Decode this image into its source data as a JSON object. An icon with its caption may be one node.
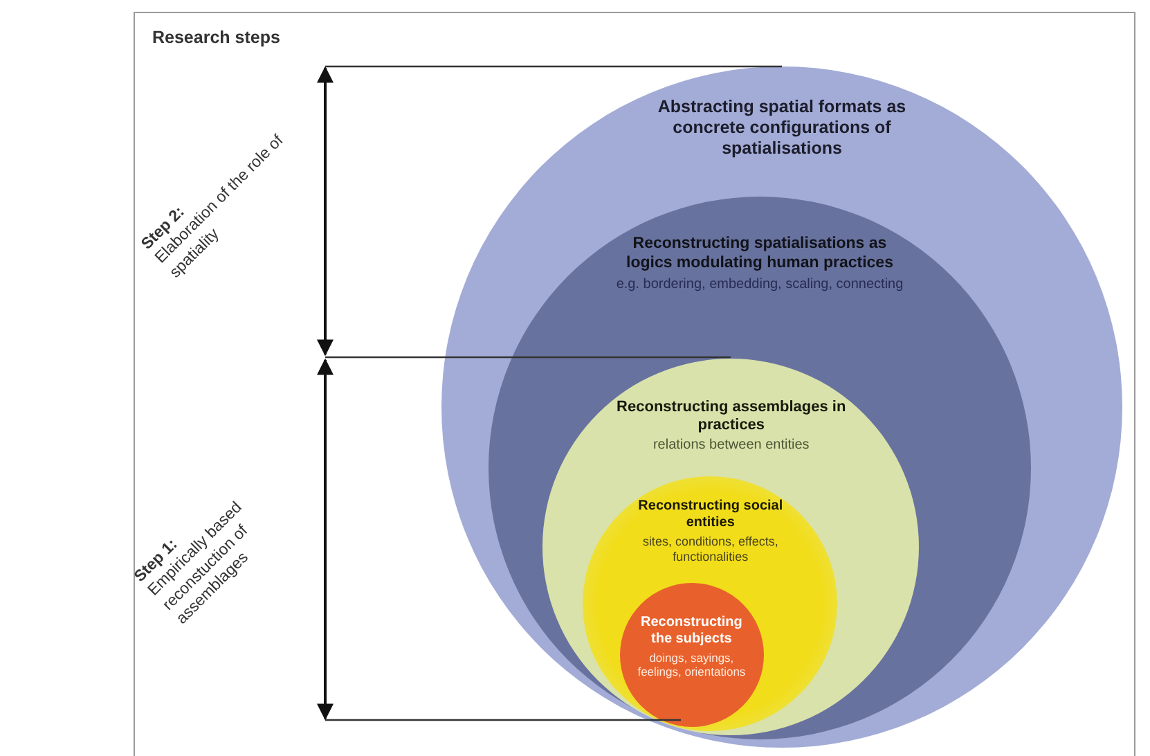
{
  "diagram": {
    "nodes": [
      {
        "text": [
          "Abstracting spatial formats as concrete configurations of spatialisations"
        ]
      },
      {
        "text": [
          "Reconstructing spatialisations as logics modulating human practices",
          "e.g. bordering, embedding, scaling, connecting"
        ],
        "in": 0
      },
      {
        "text": [
          "Reconstructing assemblages in practices",
          "relations between entities"
        ],
        "in": 1
      },
      {
        "text": [
          "Reconstructing social entities",
          "sites, conditions, effects, functionalities"
        ],
        "in": 2
      },
      {
        "text": [
          "Reconstructing the subjects",
          "doings, sayings, feelings, orientations"
        ],
        "in": 3
      }
    ],
    "edges": [],
    "labels": [
      "Research steps",
      "Step 2:",
      "Elaboration of the role of spatiality",
      "Step 1:",
      "Empirically based reconstuction of assemblages"
    ]
  }
}
